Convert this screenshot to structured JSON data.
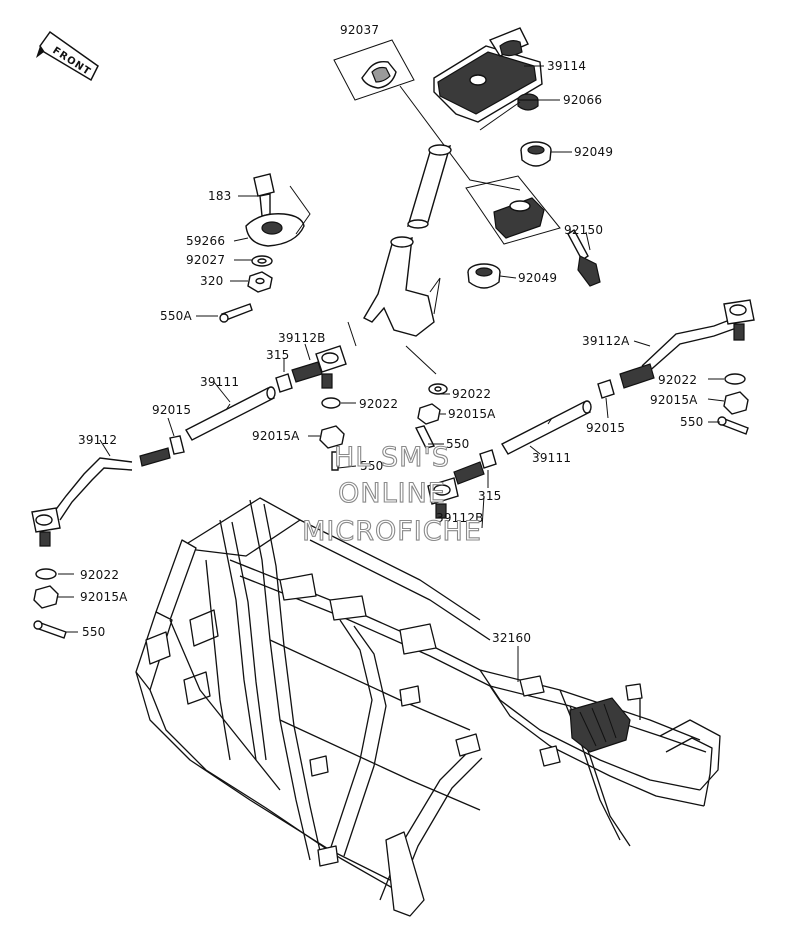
{
  "front_label": "FRONT",
  "watermark": [
    "HL SM'S",
    "ONLINE",
    "MICROFICHE"
  ],
  "parts": [
    {
      "id": "p92037",
      "label": "92037"
    },
    {
      "id": "p39114",
      "label": "39114"
    },
    {
      "id": "p92066",
      "label": "92066"
    },
    {
      "id": "p92049a",
      "label": "92049"
    },
    {
      "id": "p183",
      "label": "183"
    },
    {
      "id": "p59266",
      "label": "59266"
    },
    {
      "id": "p92150",
      "label": "92150"
    },
    {
      "id": "p92027",
      "label": "92027"
    },
    {
      "id": "p320",
      "label": "320"
    },
    {
      "id": "p92049b",
      "label": "92049"
    },
    {
      "id": "p550a",
      "label": "550A"
    },
    {
      "id": "p39112a_r",
      "label": "39112A"
    },
    {
      "id": "p39112b_l",
      "label": "39112B"
    },
    {
      "id": "p315_l",
      "label": "315"
    },
    {
      "id": "p39111_l",
      "label": "39111"
    },
    {
      "id": "p92022_c",
      "label": "92022"
    },
    {
      "id": "p92022_r",
      "label": "92022"
    },
    {
      "id": "p92022_m",
      "label": "92022"
    },
    {
      "id": "p92015a_r",
      "label": "92015A"
    },
    {
      "id": "p92015_l",
      "label": "92015"
    },
    {
      "id": "p92015a_c",
      "label": "92015A"
    },
    {
      "id": "p550_r",
      "label": "550"
    },
    {
      "id": "p39112_l",
      "label": "39112"
    },
    {
      "id": "p92015a_m",
      "label": "92015A"
    },
    {
      "id": "p550_c1",
      "label": "550"
    },
    {
      "id": "p92015_r",
      "label": "92015"
    },
    {
      "id": "p550_c2",
      "label": "550"
    },
    {
      "id": "p39111_r",
      "label": "39111"
    },
    {
      "id": "p315_r",
      "label": "315"
    },
    {
      "id": "p39112b_r",
      "label": "39112B"
    },
    {
      "id": "p92022_ll",
      "label": "92022"
    },
    {
      "id": "p92015a_ll",
      "label": "92015A"
    },
    {
      "id": "p550_ll",
      "label": "550"
    },
    {
      "id": "p32160",
      "label": "32160"
    }
  ]
}
